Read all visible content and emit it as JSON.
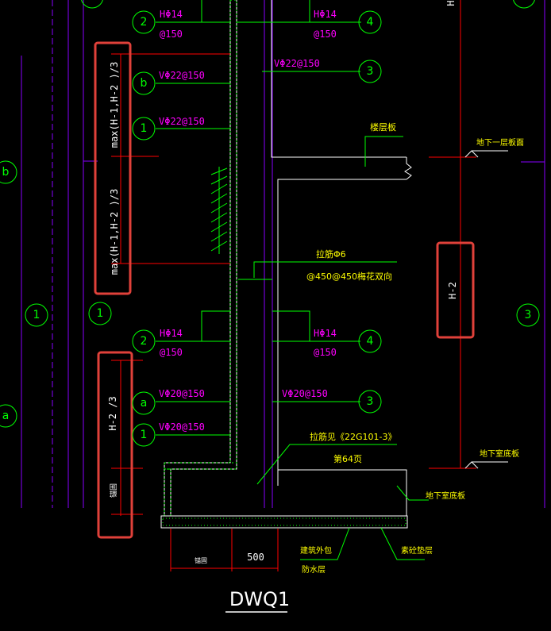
{
  "title": "DWQ1",
  "colors": {
    "background": "#000000",
    "bubble": "#00ff00",
    "rebar_text": "#ff00ff",
    "dimension": "#ff0000",
    "outline": "#ffffff",
    "label": "#ffff00",
    "wall": "#8800ff",
    "highlight": "#e0413a"
  },
  "rebar_labels": {
    "h14_top_left": "HΦ14",
    "h14_top_left_spacing": "@150",
    "h14_top_right": "HΦ14",
    "h14_top_right_spacing": "@150",
    "v22_right": "VΦ22@150",
    "v22_b": "VΦ22@150",
    "v22_1": "VΦ22@150",
    "h14_mid_left": "HΦ14",
    "h14_mid_left_spacing": "@150",
    "h14_mid_right": "HΦ14",
    "h14_mid_right_spacing": "@150",
    "v20_a": "VΦ20@150",
    "v20_right": "VΦ20@150",
    "v20_1": "VΦ20@150"
  },
  "bubbles": {
    "top_2": "2",
    "top_4": "4",
    "upper_3": "3",
    "upper_b": "b",
    "upper_1": "1",
    "left_b": "b",
    "left_1_outer": "1",
    "left_1_inner": "1",
    "left_a": "a",
    "mid_2": "2",
    "mid_4": "4",
    "lower_a": "a",
    "lower_3": "3",
    "lower_1": "1",
    "right_3": "3"
  },
  "dimensions": {
    "upper_max": "max(H-1,H-2 )/3",
    "lower_max": "max(H-1,H-2 )/3",
    "h2_third": "H-2 /3",
    "anchor": "锚固",
    "h2": "H-2",
    "h_top": "H",
    "bottom_anchor": "锚固",
    "bottom_500": "500"
  },
  "annotations": {
    "floor_slab": "楼层板",
    "tie_bar": "拉筋Φ6",
    "tie_bar_spacing": "@450@450梅花双向",
    "basement_floor": "地下一层板面",
    "tie_bar_ref": "拉筋见《22G101-3》",
    "tie_bar_page": "第64页",
    "basement_indoor_floor": "地下室底板",
    "basement_slab": "地下室底板",
    "outer_wrap": "建筑外包",
    "waterproof": "防水层",
    "cushion": "素砼垫层"
  }
}
